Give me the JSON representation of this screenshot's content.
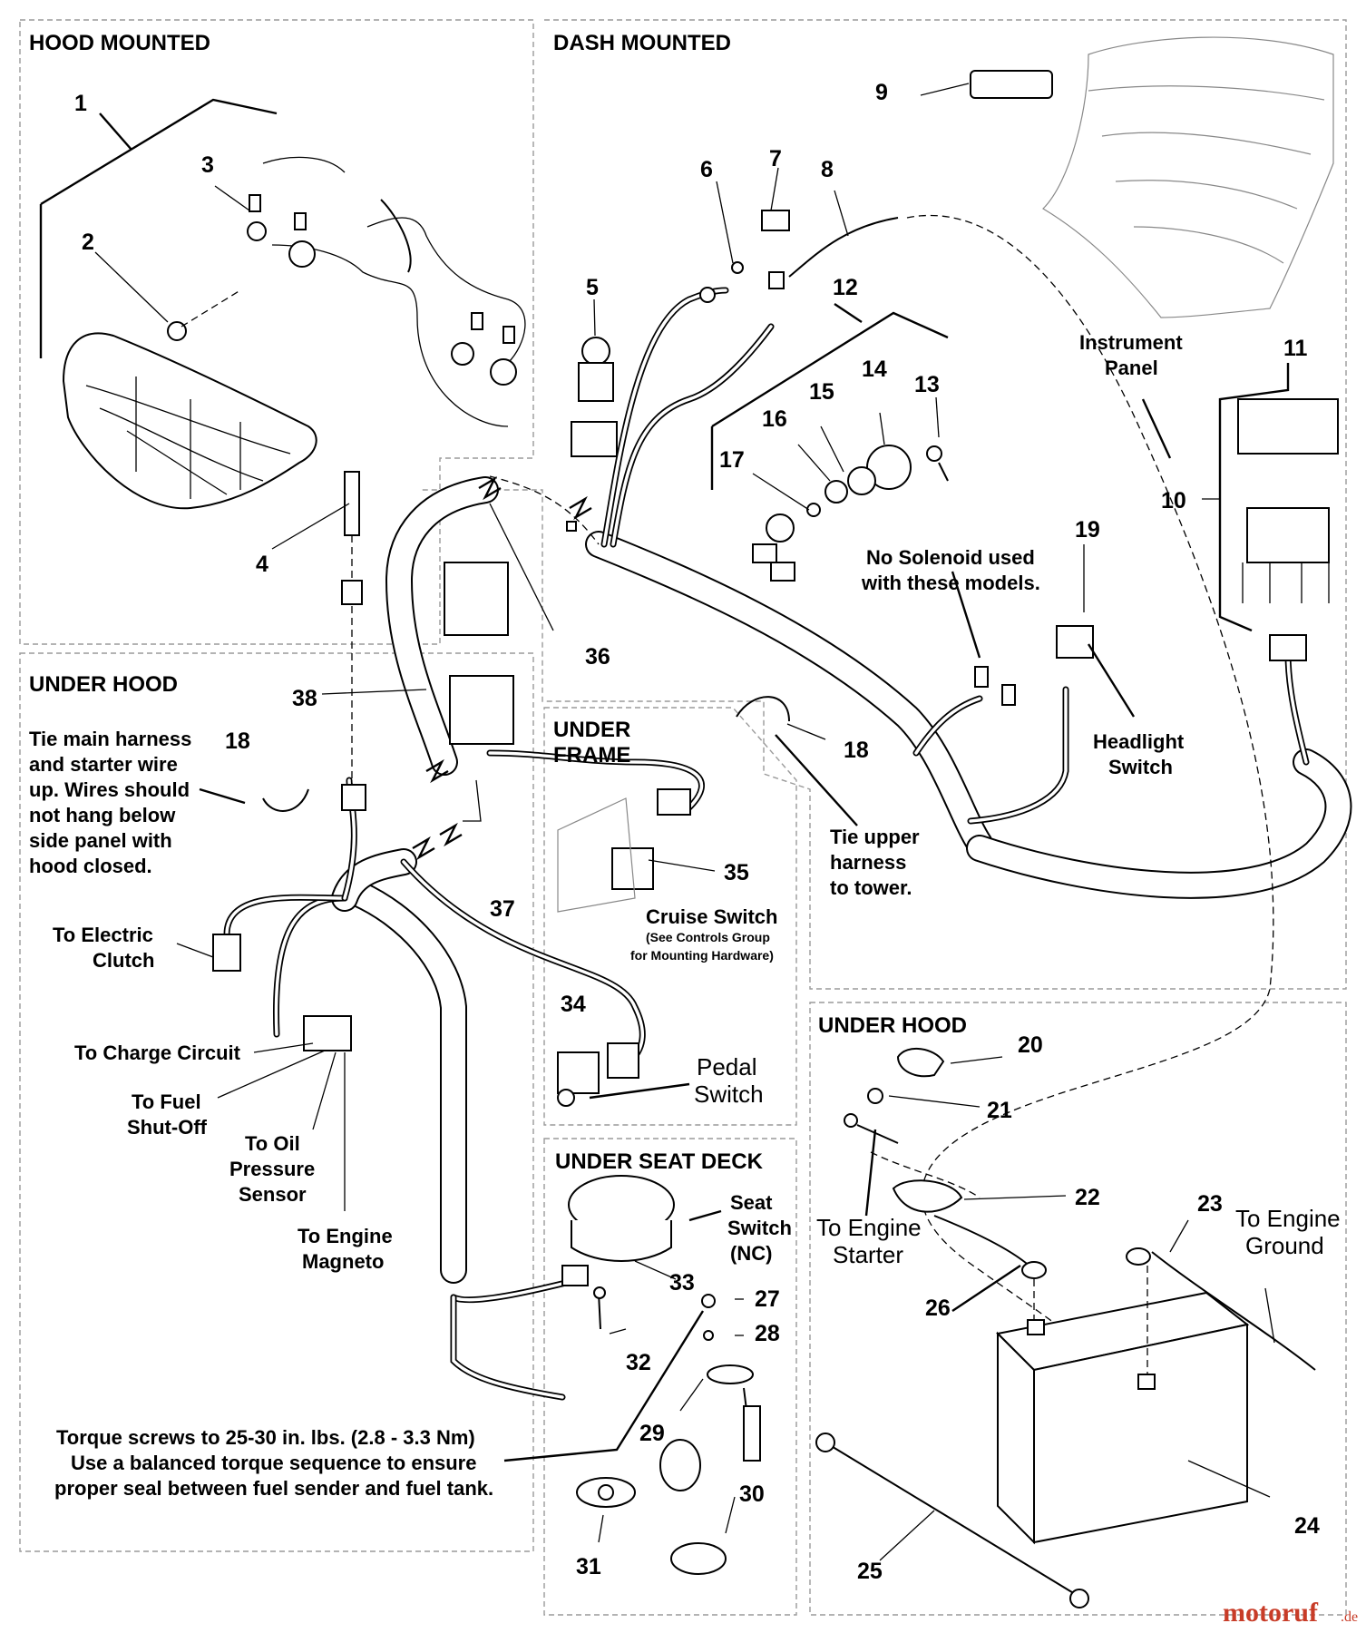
{
  "sections": {
    "hood_mounted": "HOOD MOUNTED",
    "dash_mounted": "DASH MOUNTED",
    "under_hood_left": "UNDER HOOD",
    "under_frame": [
      "UNDER",
      "FRAME"
    ],
    "under_hood_right": "UNDER HOOD",
    "under_seat_deck": "UNDER SEAT DECK"
  },
  "callouts": {
    "c1": "1",
    "c2": "2",
    "c3": "3",
    "c4": "4",
    "c5": "5",
    "c6": "6",
    "c7": "7",
    "c8": "8",
    "c9": "9",
    "c10": "10",
    "c11": "11",
    "c12": "12",
    "c13": "13",
    "c14": "14",
    "c15": "15",
    "c16": "16",
    "c17": "17",
    "c18a": "18",
    "c18b": "18",
    "c19": "19",
    "c20": "20",
    "c21": "21",
    "c22": "22",
    "c23": "23",
    "c24": "24",
    "c25": "25",
    "c26": "26",
    "c27": "27",
    "c28": "28",
    "c29": "29",
    "c30": "30",
    "c31": "31",
    "c32": "32",
    "c33": "33",
    "c34": "34",
    "c35": "35",
    "c36": "36",
    "c37": "37",
    "c38": "38"
  },
  "labels": {
    "instrument_panel": [
      "Instrument",
      "Panel"
    ],
    "no_solenoid": [
      "No Solenoid used",
      "with these models."
    ],
    "headlight_switch": [
      "Headlight",
      "Switch"
    ],
    "tie_main_harness": [
      "Tie main harness",
      "and starter wire",
      "up. Wires should",
      "not hang below",
      "side panel with",
      "hood closed."
    ],
    "tie_upper_harness": [
      "Tie upper",
      "harness",
      "to tower."
    ],
    "to_electric_clutch": [
      "To Electric",
      "Clutch"
    ],
    "to_charge_circuit": "To Charge Circuit",
    "to_fuel_shutoff": [
      "To Fuel",
      "Shut-Off"
    ],
    "to_oil_pressure_sensor": [
      "To Oil",
      "Pressure",
      "Sensor"
    ],
    "to_engine_magneto": [
      "To Engine",
      "Magneto"
    ],
    "cruise_switch": "Cruise Switch",
    "cruise_switch_note": [
      "(See Controls Group",
      "for Mounting Hardware)"
    ],
    "pedal_switch": [
      "Pedal",
      "Switch"
    ],
    "seat_switch": [
      "Seat",
      "Switch",
      "(NC)"
    ],
    "to_engine_starter": [
      "To Engine",
      "Starter"
    ],
    "to_engine_ground": [
      "To Engine",
      "Ground"
    ],
    "torque_note": [
      "Torque screws to 25-30 in. lbs. (2.8 - 3.3 Nm)",
      "Use a balanced torque sequence to ensure",
      "proper seal between fuel sender and fuel tank."
    ]
  },
  "watermark": {
    "main": "motoruf",
    "suffix": ".de"
  }
}
